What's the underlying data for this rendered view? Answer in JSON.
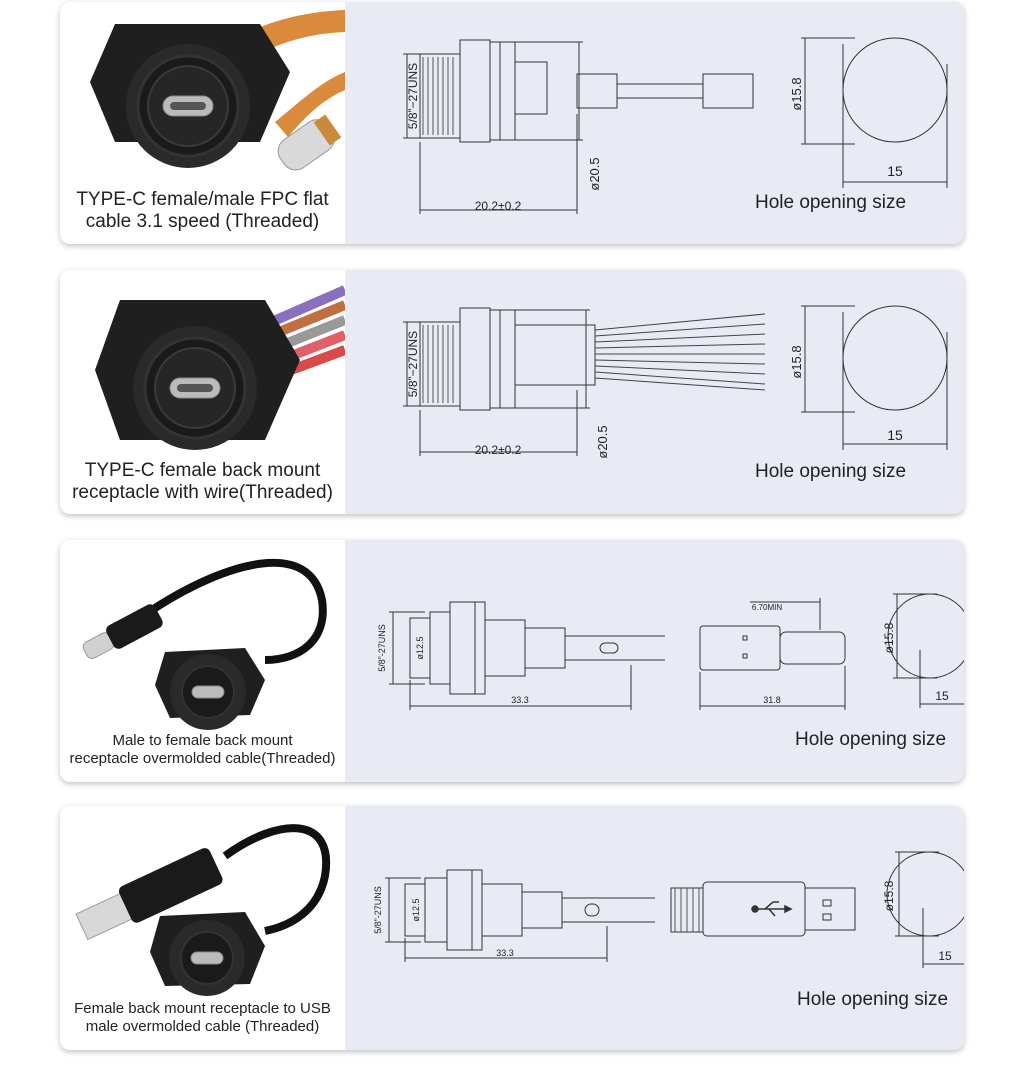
{
  "panels": [
    {
      "caption_line1": "TYPE-C female/male FPC flat",
      "caption_line2": "cable 3.1 speed (Threaded)",
      "thread_label": "5/8”−27UNS",
      "flange_dia": "ø20.5",
      "length_label": "20.2±0.2",
      "hole_dia": "ø15.8",
      "hole_width": "15",
      "hole_label": "Hole opening size"
    },
    {
      "caption_line1": "TYPE-C female back mount",
      "caption_line2": "receptacle with wire(Threaded)",
      "thread_label": "5/8”−27UNS",
      "flange_dia": "ø20.5",
      "length_label": "20.2±0.2",
      "hole_dia": "ø15.8",
      "hole_width": "15",
      "hole_label": "Hole opening size"
    },
    {
      "caption_line1": "Male to female back mount",
      "caption_line2": "receptacle overmolded cable(Threaded)",
      "thread_label": "5/8”-27UNS",
      "inner_dia": "ø12.5",
      "min_label": "6.70MIN",
      "length_label": "33.3",
      "plug_length": "31.8",
      "hole_dia": "ø15.8",
      "hole_width": "15",
      "hole_label": "Hole opening size"
    },
    {
      "caption_line1": "Female back mount receptacle to USB",
      "caption_line2": "male overmolded cable (Threaded)",
      "thread_label": "5/8”-27UNS",
      "inner_dia": "ø12.5",
      "length_label": "33.3",
      "hole_dia": "ø15.8",
      "hole_width": "15",
      "hole_label": "Hole opening size"
    }
  ]
}
